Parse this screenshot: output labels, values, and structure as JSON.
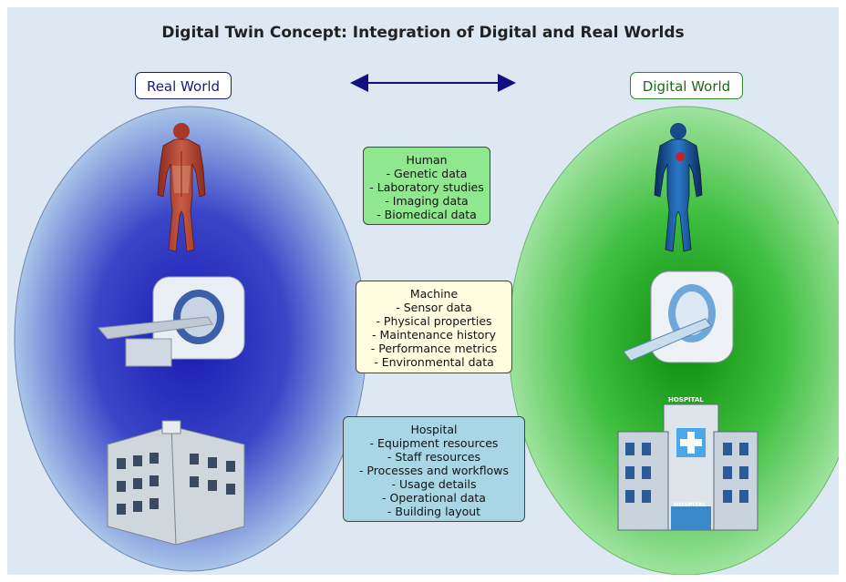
{
  "title": "Digital Twin Concept: Integration of Digital and Real Worlds",
  "worlds": {
    "real": {
      "label": "Real World",
      "color": "#1a1a80"
    },
    "digital": {
      "label": "Digital World",
      "color": "#2b8a2b"
    }
  },
  "boxes": [
    {
      "heading": "Human",
      "color": "#8fe88f",
      "items": [
        "- Genetic data",
        "- Laboratory studies",
        "- Imaging data",
        "- Biomedical data"
      ]
    },
    {
      "heading": "Machine",
      "color": "#fffde0",
      "items": [
        "- Sensor data",
        "- Physical properties",
        "- Maintenance history",
        "- Performance metrics",
        "- Environmental data"
      ]
    },
    {
      "heading": "Hospital",
      "color": "#a8d6e4",
      "items": [
        "- Equipment resources",
        "- Staff resources",
        "- Processes and workflows",
        "- Usage details",
        "- Operational data",
        "- Building layout"
      ]
    }
  ],
  "hospital_signs": {
    "top": "HOSPITAL",
    "entrance": "HOSPITAL"
  },
  "icons": [
    "anatomy-human-icon",
    "ct-scanner-icon",
    "hospital-building-icon",
    "digital-human-icon",
    "digital-ct-scanner-icon",
    "digital-hospital-icon",
    "bidirectional-arrow-icon"
  ]
}
